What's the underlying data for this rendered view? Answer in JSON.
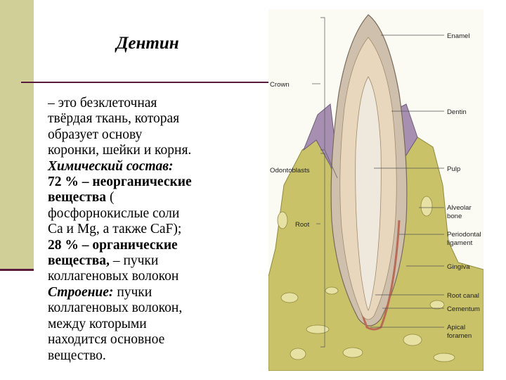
{
  "slide": {
    "title": "Дентин",
    "lines": [
      [
        {
          "t": "– это безклеточная",
          "s": "n"
        }
      ],
      [
        {
          "t": "твёрдая ткань, которая",
          "s": "n"
        }
      ],
      [
        {
          "t": "образует основу",
          "s": "n"
        }
      ],
      [
        {
          "t": "коронки, шейки и корня.",
          "s": "n"
        }
      ],
      [
        {
          "t": "Химический состав:",
          "s": "bi"
        }
      ],
      [
        {
          "t": "72 % – неорганические",
          "s": "b"
        }
      ],
      [
        {
          "t": "вещества",
          "s": "b"
        },
        {
          "t": " (",
          "s": "n"
        }
      ],
      [
        {
          "t": "фосфорнокислые соли",
          "s": "n"
        }
      ],
      [
        {
          "t": "Ca и Mg, а также CaF);",
          "s": "n"
        }
      ],
      [
        {
          "t": "28 % – органические",
          "s": "b"
        }
      ],
      [
        {
          "t": "вещества,",
          "s": "b"
        },
        {
          "t": " – пучки",
          "s": "n"
        }
      ],
      [
        {
          "t": "коллагеновых волокон",
          "s": "n"
        }
      ],
      [
        {
          "t": "Строение:",
          "s": "bi"
        },
        {
          "t": " пучки",
          "s": "n"
        }
      ],
      [
        {
          "t": "коллагеновых волокон,",
          "s": "n"
        }
      ],
      [
        {
          "t": "между которыми",
          "s": "n"
        }
      ],
      [
        {
          "t": "находится основное",
          "s": "n"
        }
      ],
      [
        {
          "t": "вещество.",
          "s": "n"
        }
      ]
    ]
  },
  "figure": {
    "labels": {
      "crown": "Crown",
      "odontoblasts": "Odontoblasts",
      "root": "Root",
      "enamel": "Enamel",
      "dentin": "Dentin",
      "pulp": "Pulp",
      "alveolar_1": "Alveolar",
      "alveolar_2": "bone",
      "periodontal_1": "Periodontal",
      "periodontal_2": "ligament",
      "gingiva": "Gingiva",
      "root_canal": "Root canal",
      "cementum": "Cementum",
      "apical_1": "Apical",
      "apical_2": "foramen"
    },
    "colors": {
      "enamel": "#a78fb2",
      "dentin": "#e8d7bd",
      "pulp": "#efe8dc",
      "bone": "#c9c269",
      "gum": "#d8d198",
      "cementum": "#b96b55"
    }
  }
}
